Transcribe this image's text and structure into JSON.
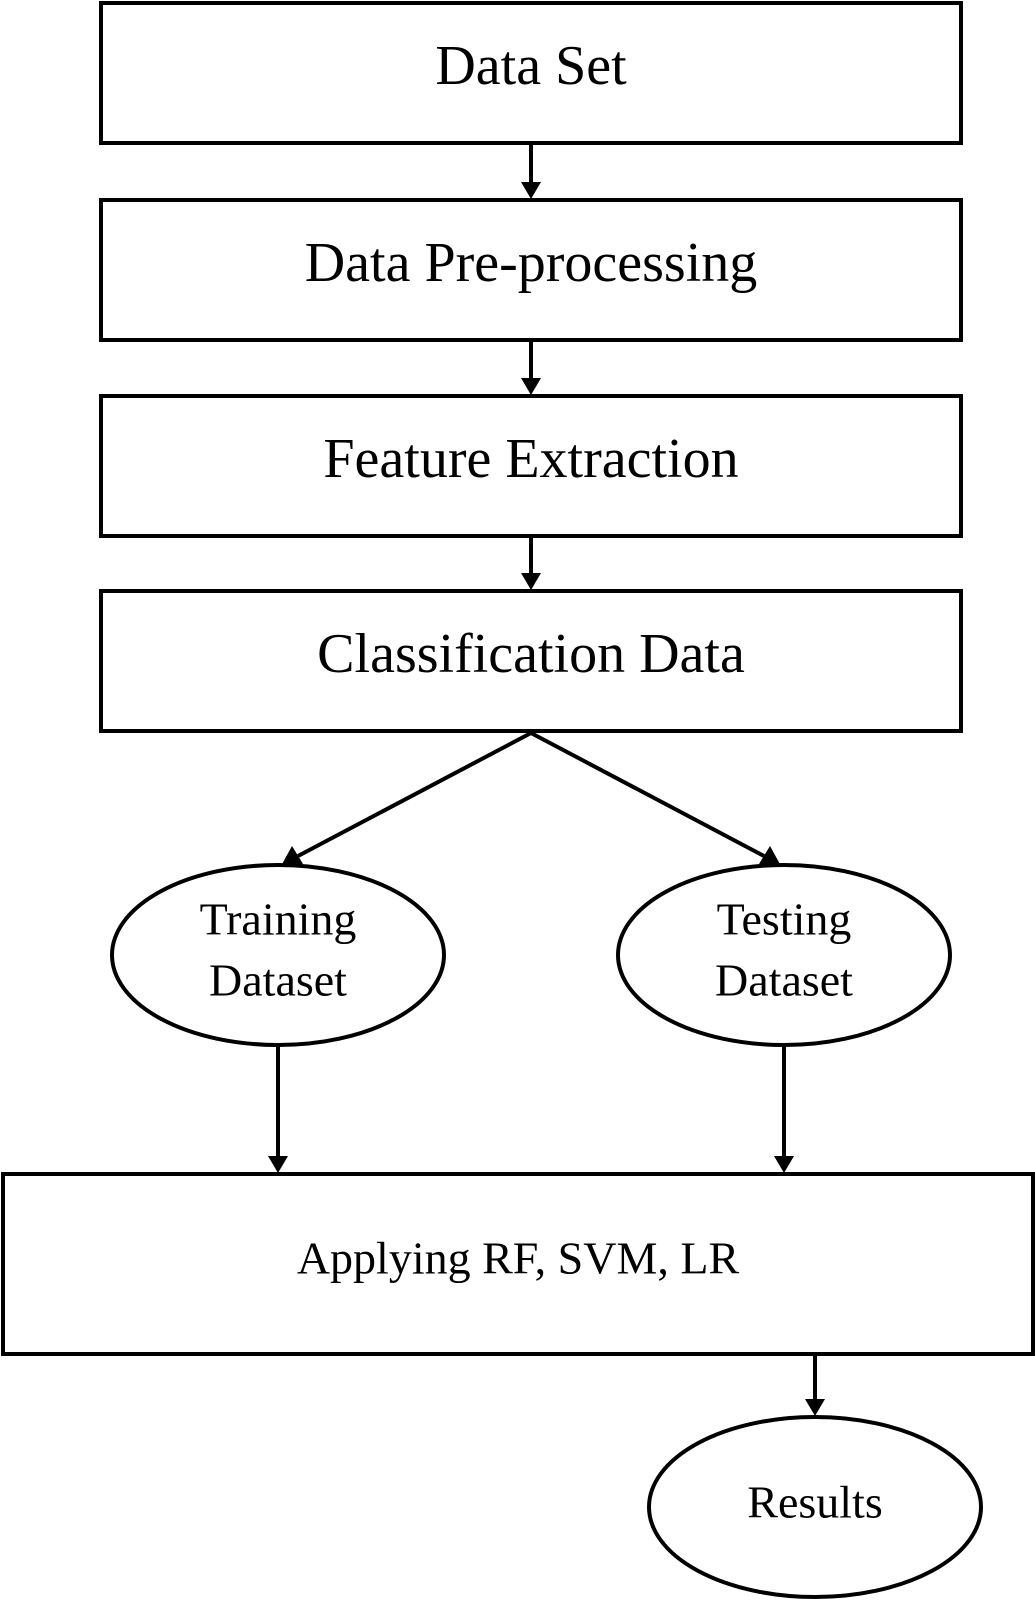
{
  "diagram": {
    "nodes": {
      "data_set": {
        "label": "Data Set"
      },
      "pre_processing": {
        "label": "Data Pre-processing"
      },
      "feature_extraction": {
        "label": "Feature Extraction"
      },
      "classification": {
        "label": "Classification Data"
      },
      "training": {
        "line1": "Training",
        "line2": "Dataset"
      },
      "testing": {
        "line1": "Testing",
        "line2": "Dataset"
      },
      "applying": {
        "label": "Applying RF, SVM, LR"
      },
      "results": {
        "label": "Results"
      }
    },
    "edges": [
      {
        "from": "data_set",
        "to": "pre_processing"
      },
      {
        "from": "pre_processing",
        "to": "feature_extraction"
      },
      {
        "from": "feature_extraction",
        "to": "classification"
      },
      {
        "from": "classification",
        "to": "training"
      },
      {
        "from": "classification",
        "to": "testing"
      },
      {
        "from": "training",
        "to": "applying"
      },
      {
        "from": "testing",
        "to": "applying"
      },
      {
        "from": "applying",
        "to": "results"
      }
    ]
  }
}
